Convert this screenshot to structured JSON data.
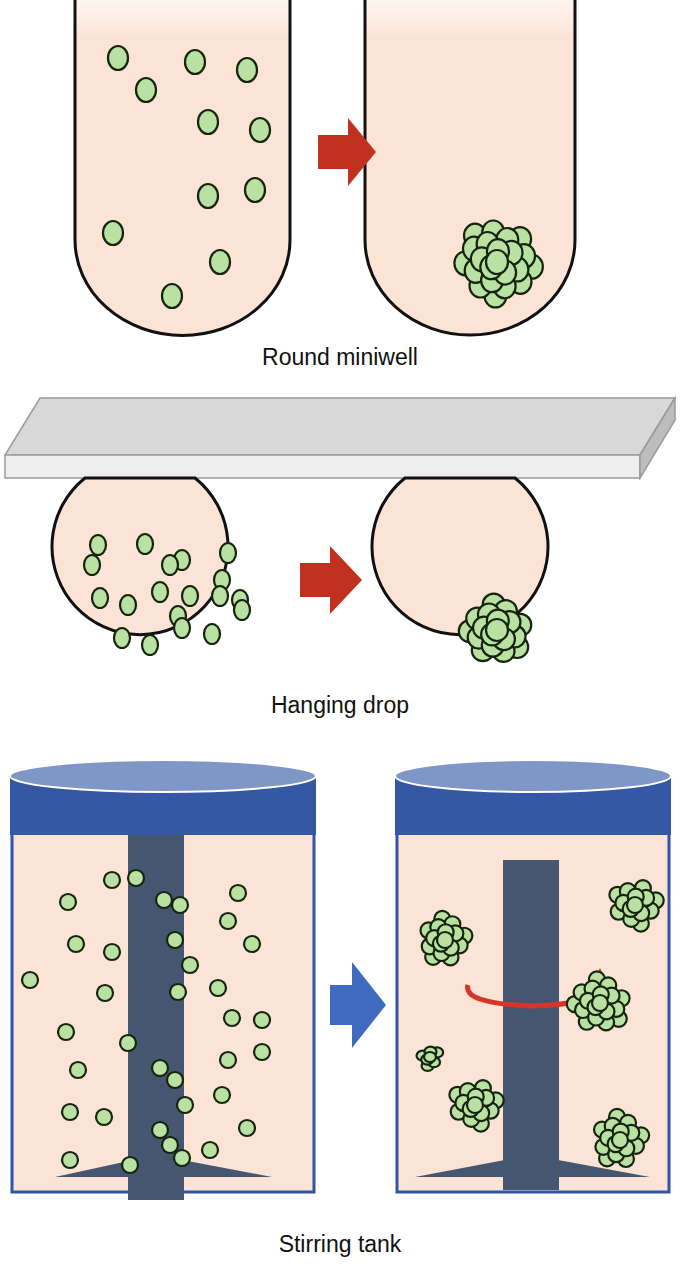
{
  "diagram": {
    "labels": [
      "Round miniwell",
      "Hanging drop",
      "Stirring tank"
    ]
  }
}
